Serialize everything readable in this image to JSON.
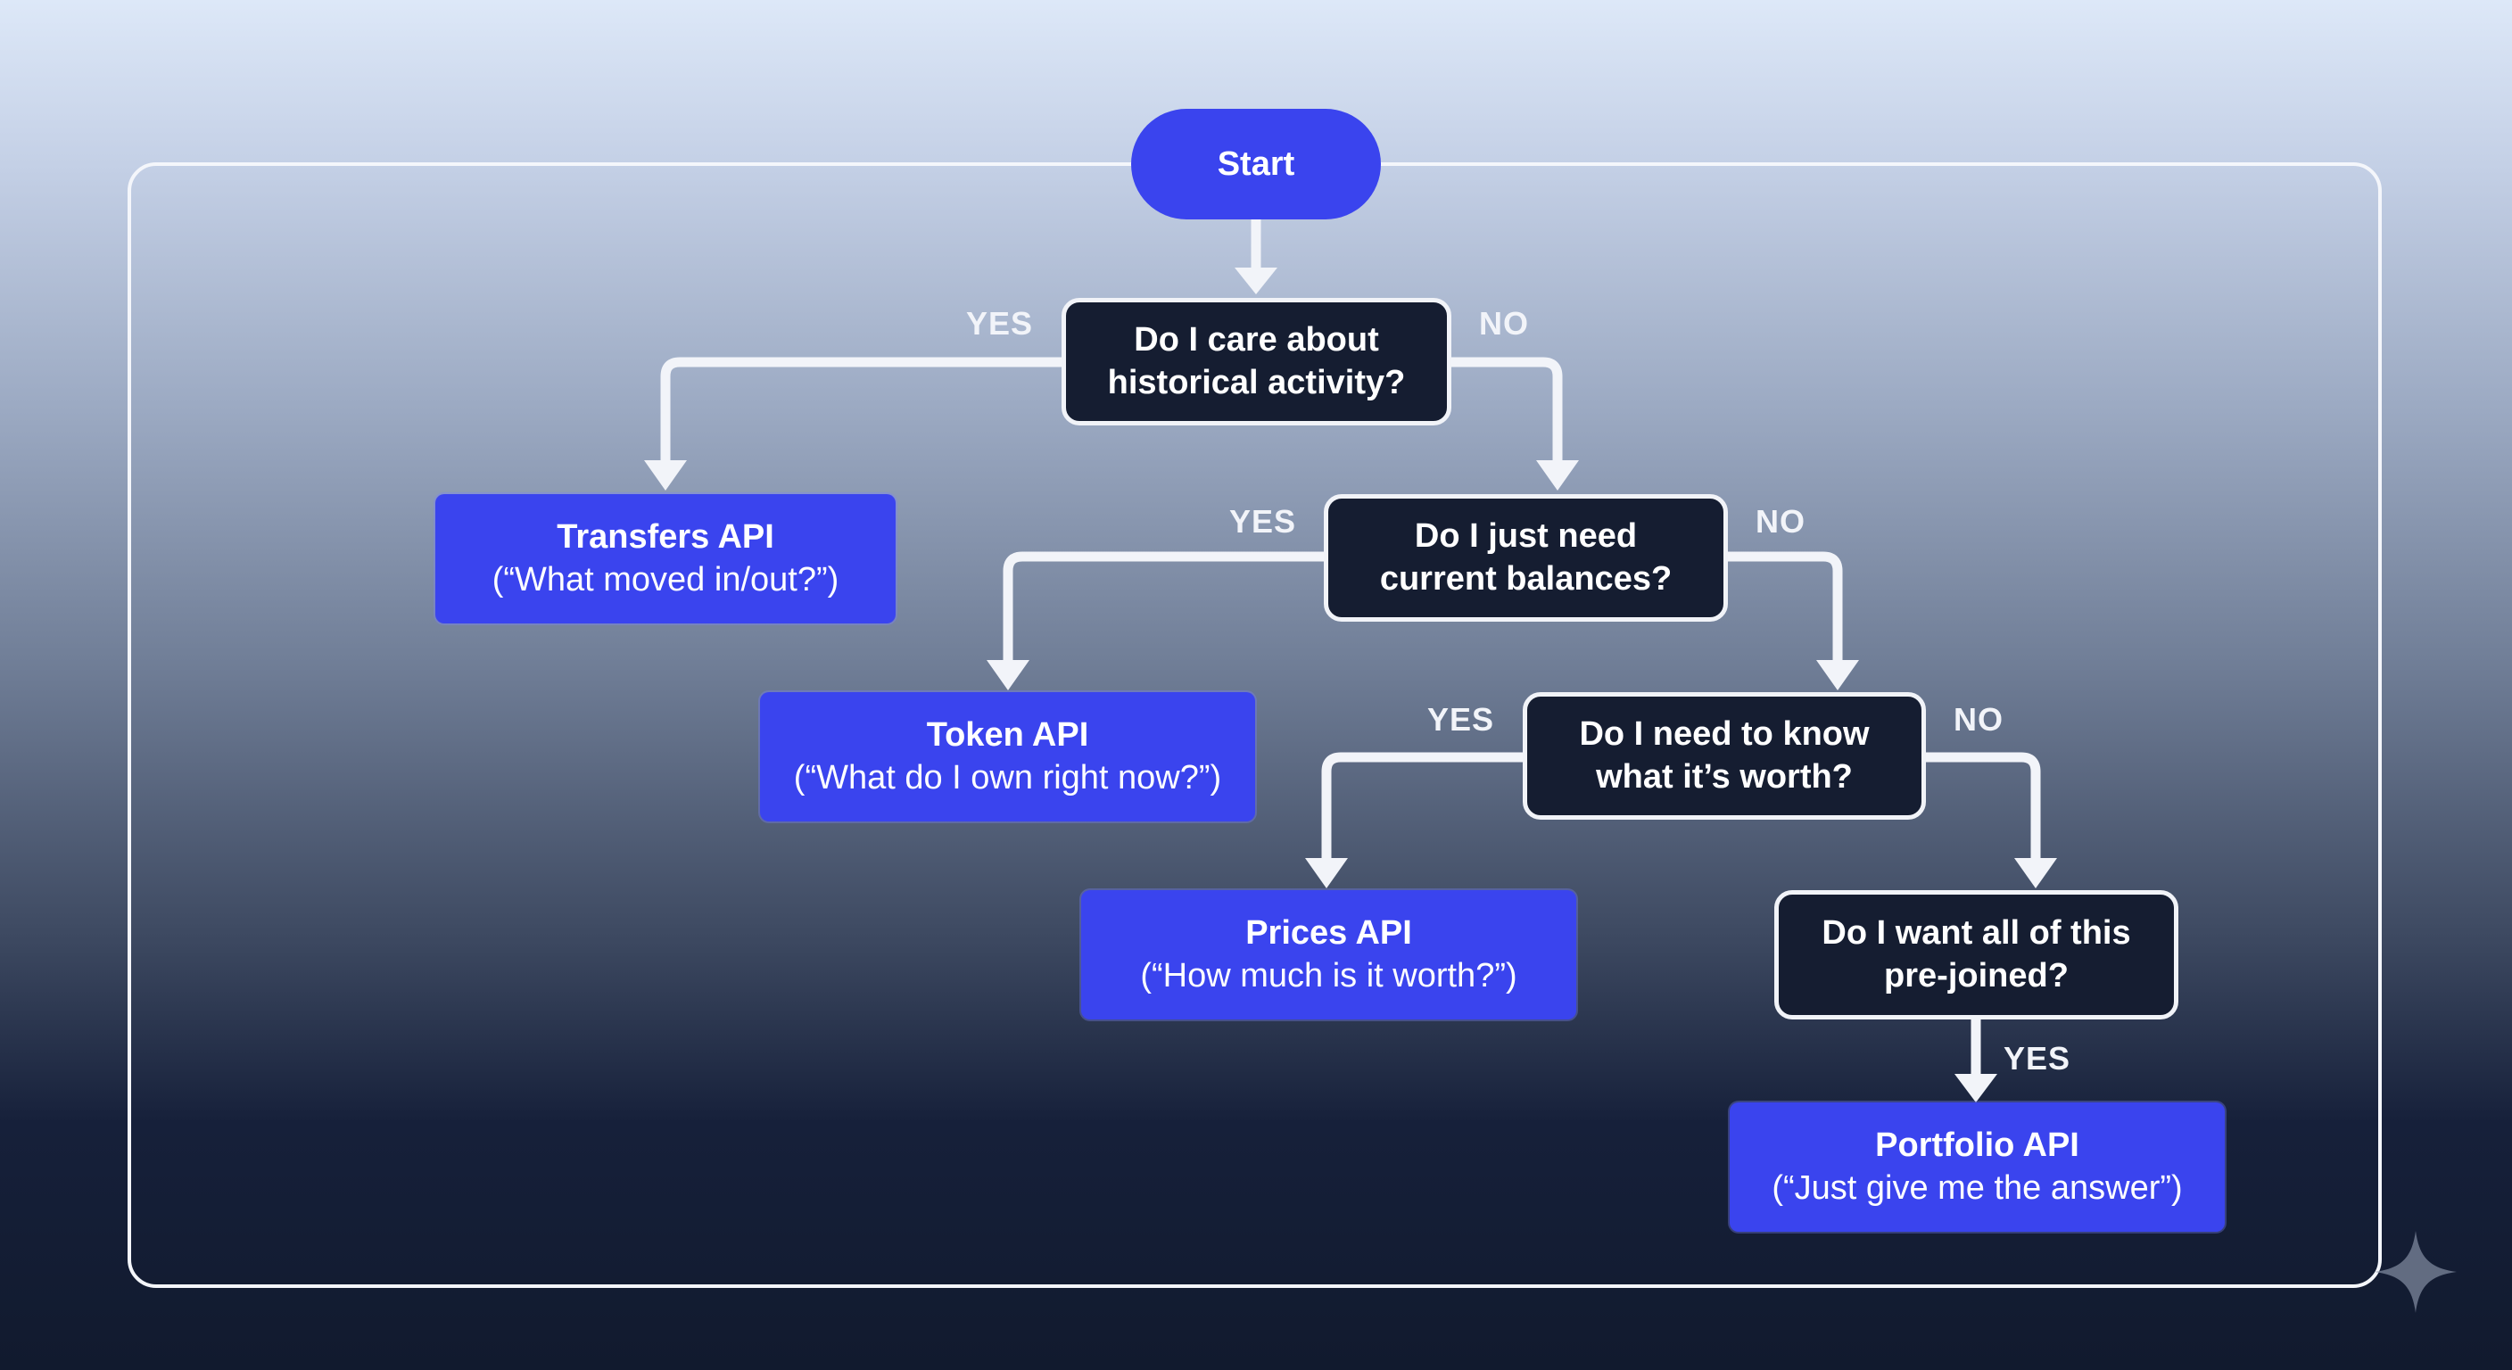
{
  "start": {
    "label": "Start"
  },
  "decisions": {
    "historical": {
      "line1": "Do I care about",
      "line2": "historical activity?"
    },
    "balances": {
      "line1": "Do I just need",
      "line2": "current balances?"
    },
    "worth": {
      "line1": "Do I need to know",
      "line2": "what it’s worth?"
    },
    "prejoined": {
      "line1": "Do I want all of this",
      "line2": "pre-joined?"
    }
  },
  "apis": {
    "transfers": {
      "title": "Transfers API",
      "subtitle": "(“What moved in/out?”)"
    },
    "token": {
      "title": "Token API",
      "subtitle": "(“What do I own right now?”)"
    },
    "prices": {
      "title": "Prices API",
      "subtitle": "(“How much is it worth?”)"
    },
    "portfolio": {
      "title": "Portfolio API",
      "subtitle": "(“Just give me the answer”)"
    }
  },
  "edge_labels": {
    "yes": "YES",
    "no": "NO"
  },
  "colors": {
    "api_fill": "#3a44ee",
    "decision_fill": "#151d31",
    "connector": "#f2f4f9"
  },
  "icons": {
    "corner": "sparkle-icon"
  }
}
